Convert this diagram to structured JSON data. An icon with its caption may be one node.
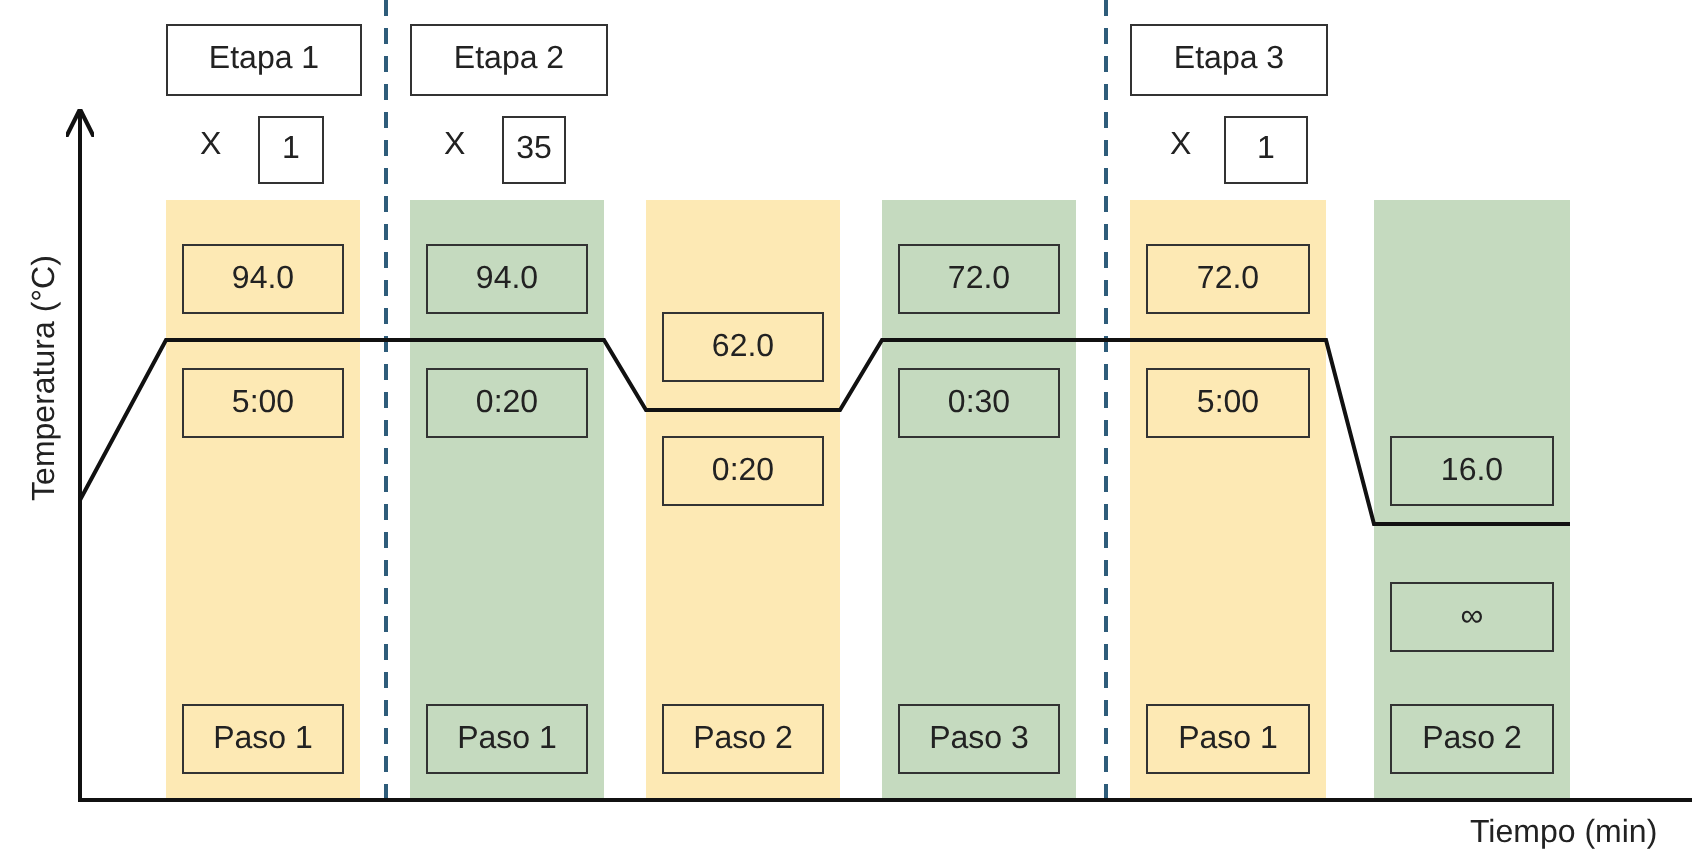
{
  "diagram": {
    "nodes": [
      {
        "text": [
          "Etapa 1"
        ]
      },
      {
        "text": [
          "1"
        ]
      },
      {
        "text": [
          "Etapa 2"
        ]
      },
      {
        "text": [
          "35"
        ]
      },
      {
        "text": [
          "Etapa 3"
        ]
      },
      {
        "text": [
          "1"
        ]
      },
      {
        "text": [],
        "shape": "box"
      },
      {
        "text": [
          "94.0"
        ],
        "in": 6
      },
      {
        "text": [
          "5:00"
        ],
        "in": 6
      },
      {
        "text": [
          "Paso 1"
        ],
        "in": 6
      },
      {
        "text": [],
        "shape": "box"
      },
      {
        "text": [
          "94.0"
        ],
        "in": 10
      },
      {
        "text": [
          "0:20"
        ],
        "in": 10
      },
      {
        "text": [
          "Paso 1"
        ],
        "in": 10
      },
      {
        "text": [],
        "shape": "box"
      },
      {
        "text": [
          "62.0"
        ],
        "in": 14
      },
      {
        "text": [
          "0:20"
        ],
        "in": 14
      },
      {
        "text": [
          "Paso 2"
        ],
        "in": 14
      },
      {
        "text": [],
        "shape": "box"
      },
      {
        "text": [
          "72.0"
        ],
        "in": 18
      },
      {
        "text": [
          "0:30"
        ],
        "in": 18
      },
      {
        "text": [
          "Paso 3"
        ],
        "in": 18
      },
      {
        "text": [],
        "shape": "box"
      },
      {
        "text": [
          "72.0"
        ],
        "in": 22
      },
      {
        "text": [
          "5:00"
        ],
        "in": 22
      },
      {
        "text": [
          "Paso 1"
        ],
        "in": 22
      },
      {
        "text": [],
        "shape": "box"
      },
      {
        "text": [
          "16.0"
        ],
        "in": 26
      },
      {
        "text": [
          "∞"
        ],
        "in": 26
      },
      {
        "text": [
          "Paso 2"
        ],
        "in": 26
      }
    ],
    "labels": [
      "X",
      "X",
      "X",
      "Temperatura (°C)",
      "Tiempo (min)"
    ]
  }
}
